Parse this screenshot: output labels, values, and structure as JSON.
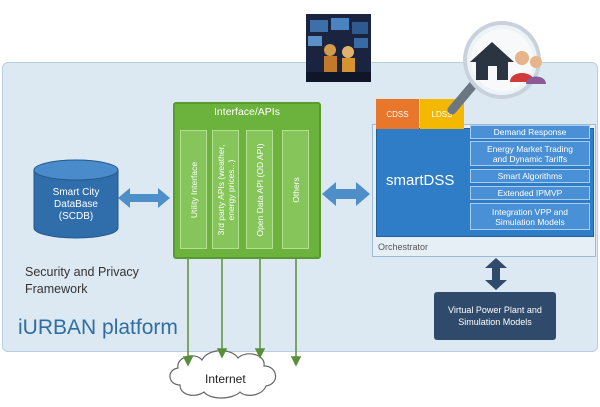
{
  "platform": {
    "title": "iURBAN platform",
    "security_line1": "Security and Privacy",
    "security_line2": "Framework"
  },
  "database": {
    "line1": "Smart City",
    "line2": "DataBase",
    "line3": "(SCDB)"
  },
  "interface": {
    "title": "Interface/APIs",
    "columns": [
      {
        "line1": "Utility Interface",
        "line2": ""
      },
      {
        "line1": "3rd party APIs (weather,",
        "line2": "energy prices...)"
      },
      {
        "line1": "Open Data API (OD API)",
        "line2": ""
      },
      {
        "line1": "Others",
        "line2": ""
      }
    ]
  },
  "orchestrator": {
    "label": "Orchestrator",
    "smartdss_title": "smartDSS",
    "cdss": "CDSS",
    "ldss": "LDSS",
    "features": [
      {
        "line1": "Demand Response",
        "line2": ""
      },
      {
        "line1": "Energy Market Trading",
        "line2": "and Dynamic Tariffs"
      },
      {
        "line1": "Smart Algorithms",
        "line2": ""
      },
      {
        "line1": "Extended IPMVP",
        "line2": ""
      },
      {
        "line1": "Integration VPP and",
        "line2": "Simulation Models"
      }
    ]
  },
  "vpp": {
    "line1": "Virtual Power Plant and",
    "line2": "Simulation Models"
  },
  "internet": "Internet",
  "colors": {
    "platform_bg": "#dde9f2",
    "interface_green": "#6cb33e",
    "smartdss_blue": "#2f7cc7",
    "cdss_orange": "#e9772b",
    "ldss_yellow": "#f5b800",
    "vpp_navy": "#2f4a6b",
    "arrow_blue": "#4f8fc9"
  },
  "icons": [
    "control-room-photo",
    "home-users-icon"
  ]
}
